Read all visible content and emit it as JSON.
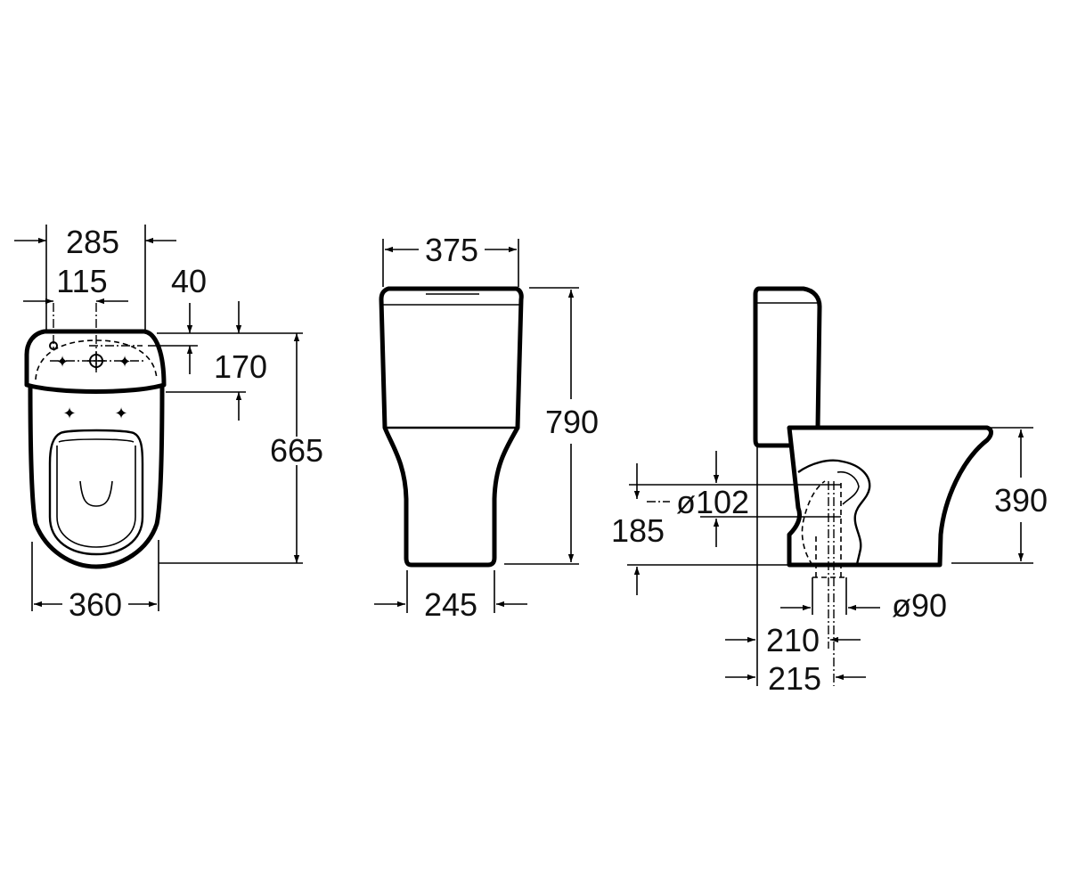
{
  "dimensions": {
    "top_view": {
      "width_285": "285",
      "offset_115": "115",
      "offset_40": "40",
      "depth_170": "170",
      "length_665": "665",
      "width_360": "360"
    },
    "front_view": {
      "width_375": "375",
      "height_790": "790",
      "base_245": "245"
    },
    "side_view": {
      "outlet_102": "ø102",
      "outlet_height_185": "185",
      "seat_height_390": "390",
      "inlet_90": "ø90",
      "distance_210": "210",
      "distance_215": "215"
    }
  }
}
